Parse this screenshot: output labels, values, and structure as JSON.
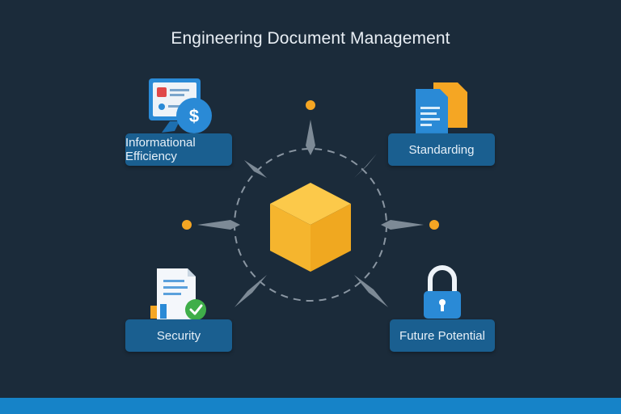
{
  "title": "Engineering Document Management",
  "center": {
    "icon": "cube-icon",
    "color": "#f7b731"
  },
  "nodes": [
    {
      "id": "tl",
      "label": "Informational Efficiency",
      "icon": "monitor-dollar-icon"
    },
    {
      "id": "tr",
      "label": "Standarding",
      "icon": "documents-stack-icon"
    },
    {
      "id": "bl",
      "label": "Security",
      "icon": "document-check-icon"
    },
    {
      "id": "br",
      "label": "Future Potential",
      "icon": "padlock-icon"
    }
  ],
  "colors": {
    "background": "#1b2b3a",
    "label_box": "#1a5f90",
    "accent_dot": "#f5a623",
    "connector": "#7d8a96",
    "bottom_bar": "#1683c8"
  }
}
